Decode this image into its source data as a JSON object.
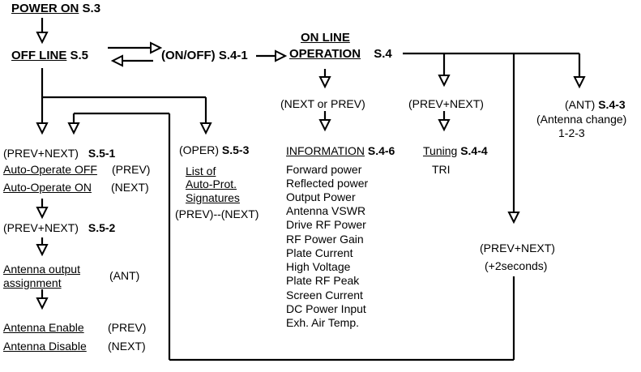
{
  "nodes": {
    "power_on": {
      "label": "POWER ON",
      "ref": "S.3"
    },
    "off_line": {
      "label": "OFF LINE",
      "ref": "S.5"
    },
    "on_off": {
      "label": "(ON/OFF)",
      "ref": "S.4-1"
    },
    "on_line_op": {
      "label_line1": "ON LINE",
      "label_line2": "OPERATION",
      "ref": "S.4"
    },
    "next_or_prev": {
      "label": "(NEXT or PREV)"
    },
    "prev_next_top": {
      "label": "(PREV+NEXT)"
    },
    "ant_top": {
      "label": "(ANT)",
      "ref": "S.4-3",
      "line2": "(Antenna change)",
      "line3": "1-2-3"
    },
    "prev_next_1": {
      "label": "(PREV+NEXT)",
      "ref": "S.5-1"
    },
    "auto_op_off": {
      "label": "Auto-Operate OFF",
      "key": "(PREV)"
    },
    "auto_op_on": {
      "label": "Auto-Operate ON",
      "key": "(NEXT)"
    },
    "prev_next_2": {
      "label": "(PREV+NEXT)",
      "ref": "S.5-2"
    },
    "antenna_output": {
      "line1": "Antenna output",
      "line2": "assignment",
      "key": "(ANT)"
    },
    "antenna_enable": {
      "label": "Antenna Enable",
      "key": "(PREV)"
    },
    "antenna_disable": {
      "label": "Antenna Disable",
      "key": "(NEXT)"
    },
    "oper": {
      "label": "(OPER)",
      "ref": "S.5-3",
      "line1": "List of",
      "line2": "Auto-Prot.",
      "line3": "Signatures",
      "keys": "(PREV)--(NEXT)"
    },
    "information": {
      "label": "INFORMATION",
      "ref": "S.4-6"
    },
    "tuning": {
      "label": "Tuning",
      "ref": "S.4-4",
      "sub": "TRI"
    },
    "prev_next_right": {
      "label": "(PREV+NEXT)",
      "sub": "(+2seconds)"
    }
  },
  "info_items": [
    "Forward power",
    "Reflected power",
    "Output Power",
    "Antenna VSWR",
    "Drive RF Power",
    "RF Power Gain",
    "Plate Current",
    "High Voltage",
    "Plate RF Peak",
    "Screen Current",
    "DC Power Input",
    "Exh. Air Temp."
  ]
}
